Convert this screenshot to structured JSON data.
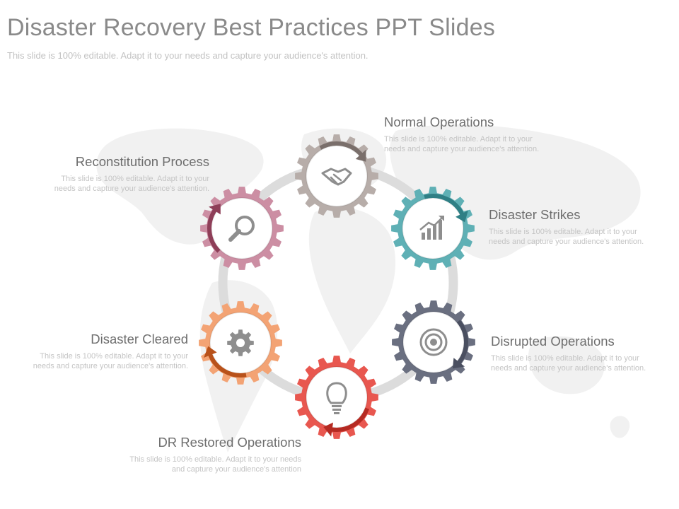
{
  "slide": {
    "title": "Disaster Recovery Best Practices PPT Slides",
    "subtitle": "This slide is 100% editable. Adapt it to your needs and capture your audience's attention."
  },
  "colors": {
    "ring": "#dcdcdc",
    "map": "#f1f1f1",
    "gear_face": "#ffffff",
    "icon": "#8e8e8e"
  },
  "steps": [
    {
      "label": "Normal Operations",
      "description": "This slide is 100% editable. Adapt it to your needs and capture your audience's attention.",
      "color": "#b7ada9",
      "arrow": "#7a6f6b",
      "icon": "handshake-icon"
    },
    {
      "label": "Disaster Strikes",
      "description": "This slide is 100% editable. Adapt it to your needs and capture your audience's attention.",
      "color": "#5fb0b5",
      "arrow": "#2f7f85",
      "icon": "growth-chart-icon"
    },
    {
      "label": "Disrupted Operations",
      "description": "This slide is 100% editable. Adapt it to your needs and capture your audience's attention.",
      "color": "#6a6f80",
      "arrow": "#4a4f60",
      "icon": "target-icon"
    },
    {
      "label": "DR Restored Operations",
      "description": "This slide is 100% editable. Adapt it to your needs and capture your audience's attention",
      "color": "#e8574f",
      "arrow": "#b52a22",
      "icon": "lightbulb-icon"
    },
    {
      "label": "Disaster Cleared",
      "description": "This slide is 100% editable. Adapt it to your needs and capture your audience's attention.",
      "color": "#f3a374",
      "arrow": "#b8511a",
      "icon": "settings-gear-icon"
    },
    {
      "label": "Reconstitution Process",
      "description": "This slide is 100% editable. Adapt it to your needs and capture your audience's attention.",
      "color": "#cc8ea3",
      "arrow": "#8e3e58",
      "icon": "magnifier-icon"
    }
  ]
}
